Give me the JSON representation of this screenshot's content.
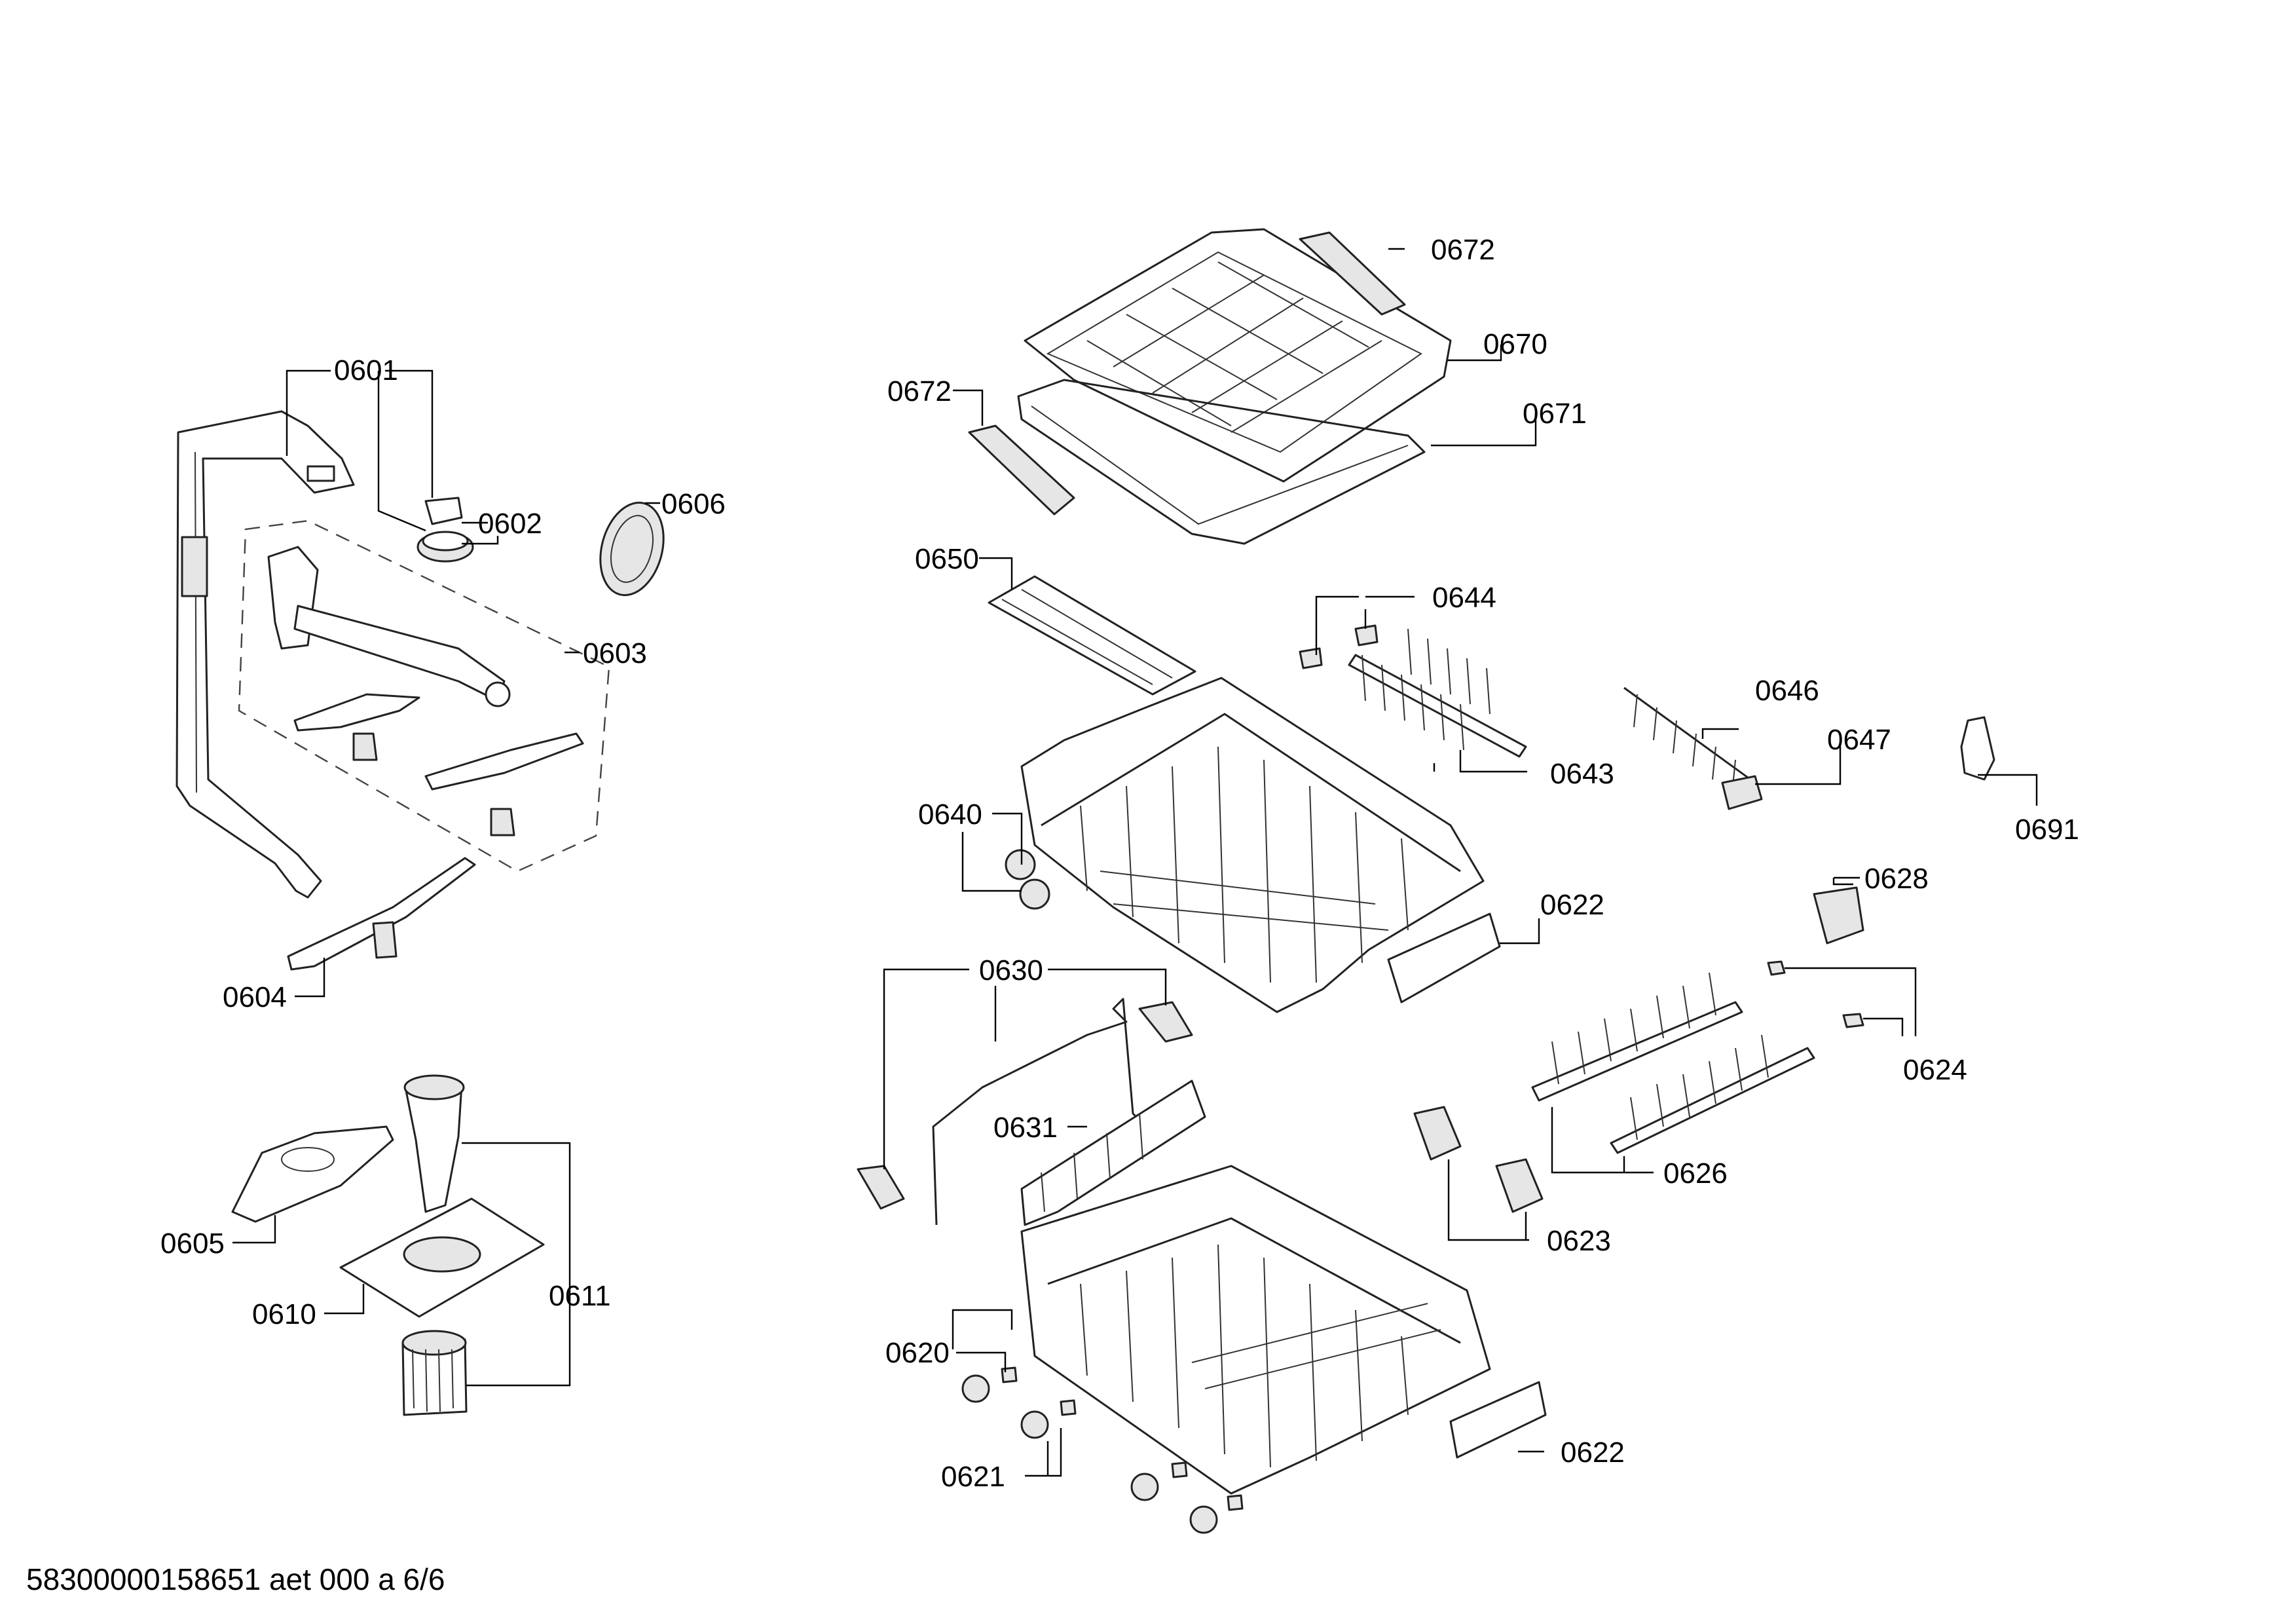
{
  "callouts": [
    {
      "id": "c0601",
      "text": "0601"
    },
    {
      "id": "c0602",
      "text": "0602"
    },
    {
      "id": "c0603",
      "text": "0603"
    },
    {
      "id": "c0604",
      "text": "0604"
    },
    {
      "id": "c0605",
      "text": "0605"
    },
    {
      "id": "c0606",
      "text": "0606"
    },
    {
      "id": "c0610",
      "text": "0610"
    },
    {
      "id": "c0611",
      "text": "0611"
    },
    {
      "id": "c0620",
      "text": "0620"
    },
    {
      "id": "c0621",
      "text": "0621"
    },
    {
      "id": "c0622a",
      "text": "0622"
    },
    {
      "id": "c0622b",
      "text": "0622"
    },
    {
      "id": "c0623",
      "text": "0623"
    },
    {
      "id": "c0624",
      "text": "0624"
    },
    {
      "id": "c0626",
      "text": "0626"
    },
    {
      "id": "c0628",
      "text": "0628"
    },
    {
      "id": "c0630",
      "text": "0630"
    },
    {
      "id": "c0631",
      "text": "0631"
    },
    {
      "id": "c0640",
      "text": "0640"
    },
    {
      "id": "c0643",
      "text": "0643"
    },
    {
      "id": "c0644",
      "text": "0644"
    },
    {
      "id": "c0646",
      "text": "0646"
    },
    {
      "id": "c0647",
      "text": "0647"
    },
    {
      "id": "c0650",
      "text": "0650"
    },
    {
      "id": "c0670",
      "text": "0670"
    },
    {
      "id": "c0671",
      "text": "0671"
    },
    {
      "id": "c0672a",
      "text": "0672"
    },
    {
      "id": "c0672b",
      "text": "0672"
    },
    {
      "id": "c0691",
      "text": "0691"
    }
  ],
  "footer": {
    "doc_code": "58300000158651 aet 000 a 6/6"
  }
}
